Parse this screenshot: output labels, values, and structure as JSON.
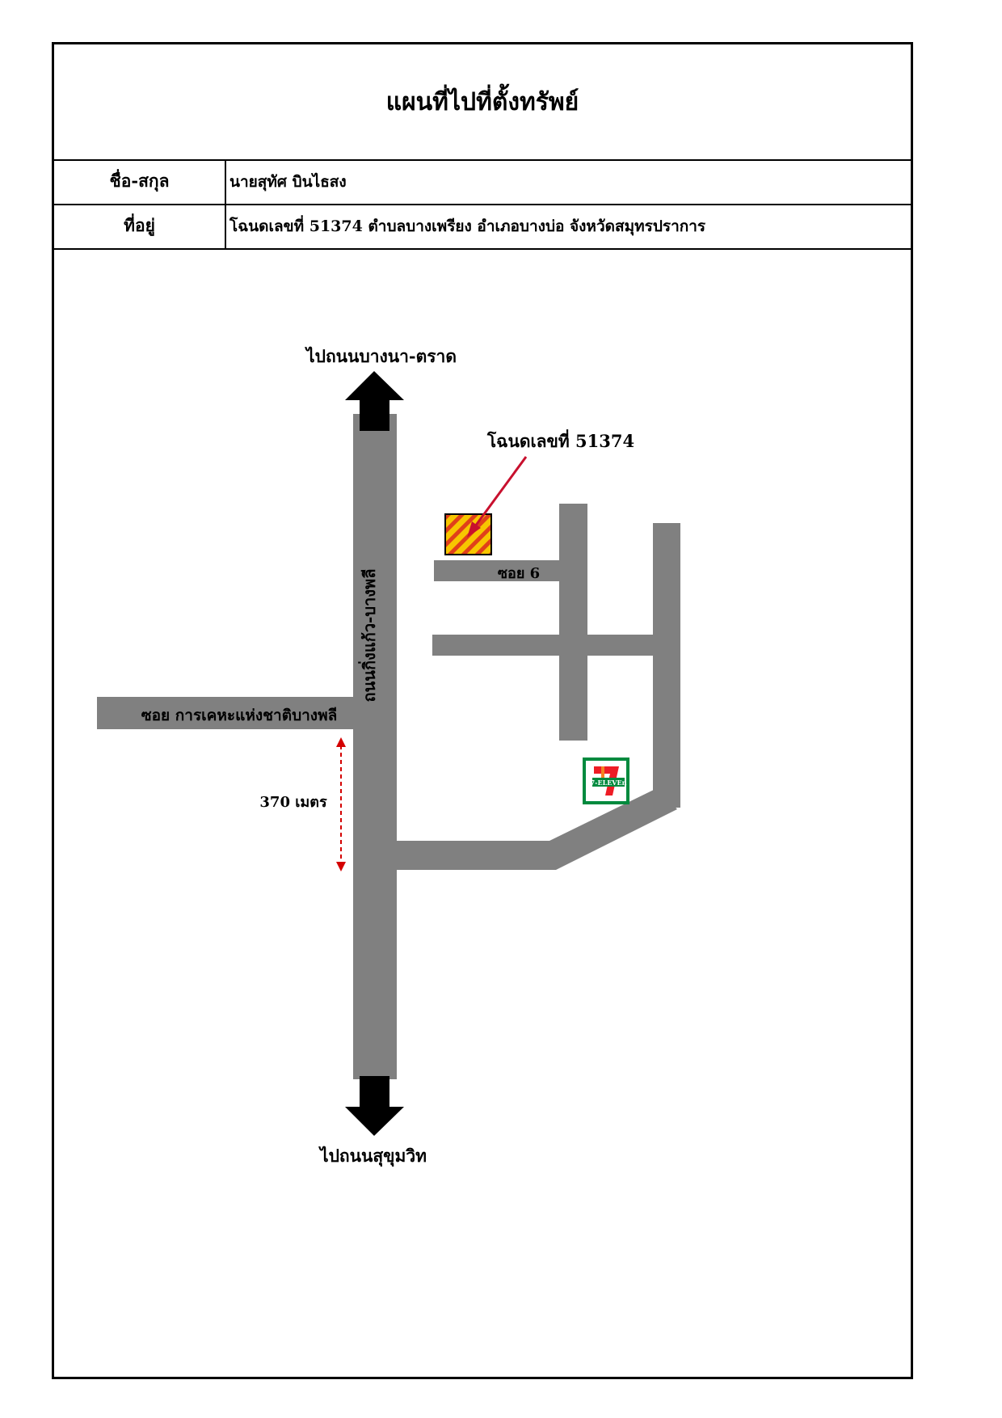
{
  "header": {
    "title": "แผนที่ไปที่ตั้งทรัพย์"
  },
  "info": {
    "name_label": "ชื่อ-สกุล",
    "name_value": "นายสุทัศ บินไธสง",
    "address_label": "ที่อยู่",
    "address_value": "โฉนดเลขที่ 51374 ตำบลบางเพรียง อำเภอบางบ่อ จังหวัดสมุทรปราการ"
  },
  "map": {
    "north_label": "ไปถนนบางนา-ตราด",
    "south_label": "ไปถนนสุขุมวิท",
    "main_road_label": "ถนนกิ่งแก้ว-บางพลี",
    "side_road_label": "ซอย การเคหะแห่งชาติบางพลี",
    "soi_label": "ซอย 6",
    "distance_label": "370 เมตร",
    "property_label": "โฉนดเลขที่ 51374",
    "store_label": "7-ELEVEn",
    "store_icon": "seven-eleven-icon",
    "colors": {
      "road": "#808080",
      "arrow": "#000000",
      "pointer": "#c8102e",
      "distance": "#d40000",
      "property_fill": "#f7c600",
      "property_stripe": "#e0401a",
      "store_green": "#008a3e",
      "store_orange": "#f58220",
      "store_red": "#ee1c25"
    }
  }
}
